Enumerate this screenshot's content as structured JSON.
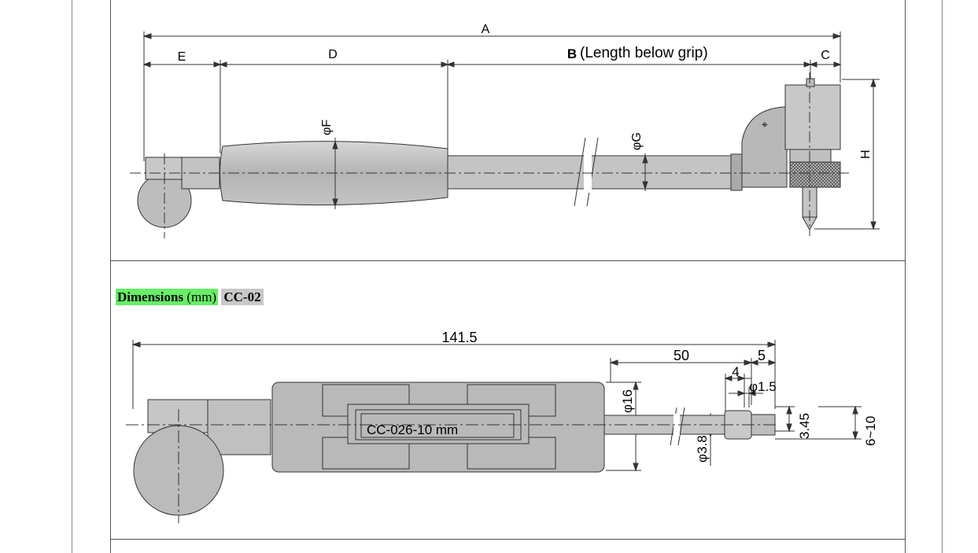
{
  "caption": {
    "label_bold": "Dimensions",
    "unit": " (mm)",
    "model": "CC-02"
  },
  "diagram_top": {
    "dim_A": "A",
    "dim_B_letter": "B",
    "dim_B_text": "(Length below grip)",
    "dim_C": "C",
    "dim_D": "D",
    "dim_E": "E",
    "dim_F": "φF",
    "dim_G": "φG",
    "dim_H": "H"
  },
  "diagram_bottom": {
    "overall_length": "141.5",
    "length_50": "50",
    "length_5": "5",
    "length_4": "4",
    "dia_1_5": "φ1.5",
    "dia_16": "φ16",
    "dia_3_8": "φ3.8",
    "height_3_45": "3.45",
    "range": "6~10",
    "body_label": "CC-026-10 mm"
  },
  "colors": {
    "caption_highlight": "#66ee66",
    "model_highlight": "#c8c8c8",
    "body_fill": "#b9b9b9"
  }
}
